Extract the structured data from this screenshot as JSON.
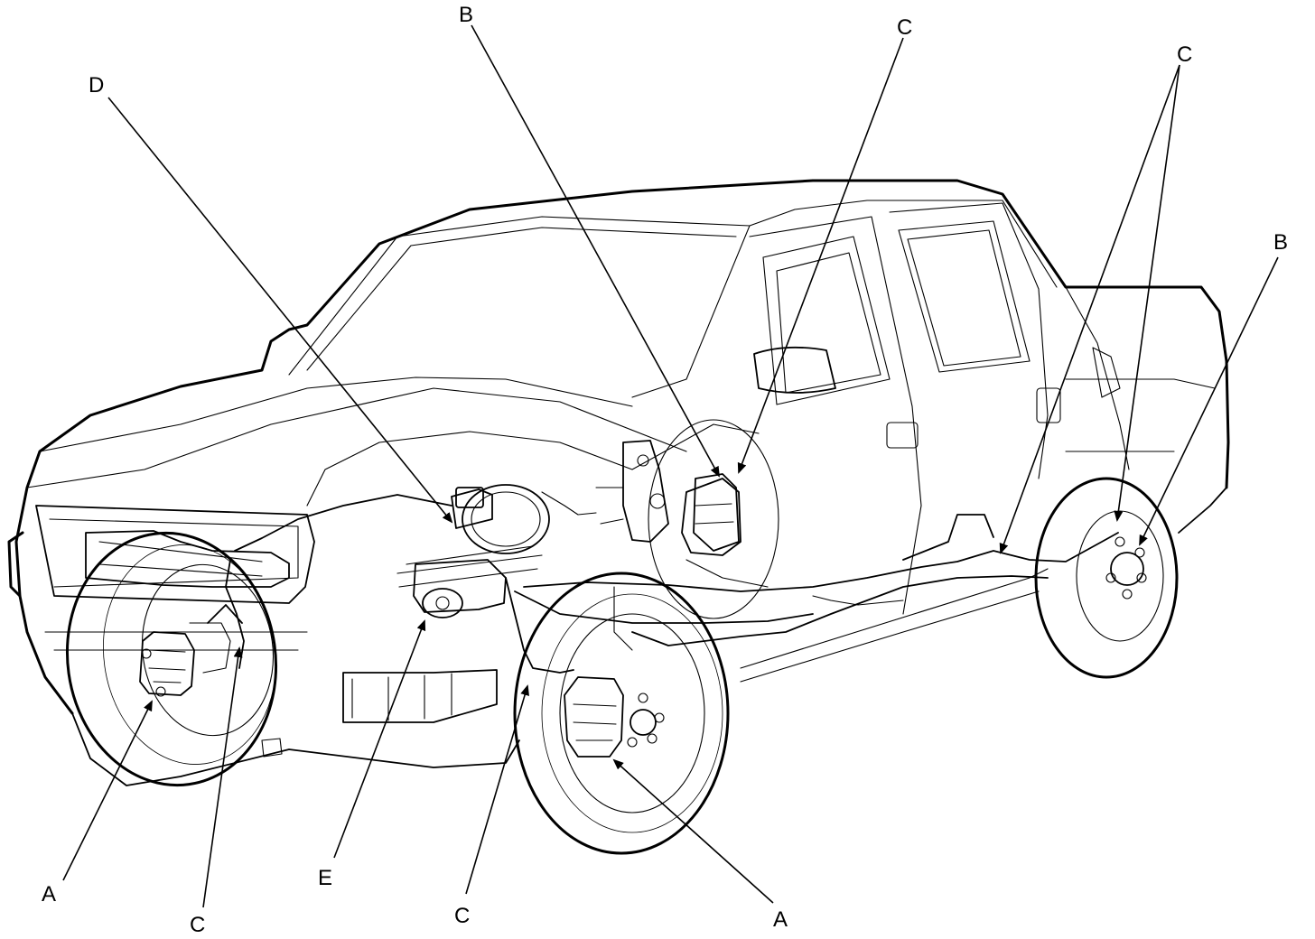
{
  "callouts": [
    {
      "id": "a-front-left",
      "label": "A"
    },
    {
      "id": "c-front-left-hose",
      "label": "C"
    },
    {
      "id": "e-modulator",
      "label": "E"
    },
    {
      "id": "c-front-right-hose",
      "label": "C"
    },
    {
      "id": "a-front-right",
      "label": "A"
    },
    {
      "id": "d-master-cylinder",
      "label": "D"
    },
    {
      "id": "b-parking-cable",
      "label": "B"
    },
    {
      "id": "c-pedal-area",
      "label": "C"
    },
    {
      "id": "c-rear-1",
      "label": "C"
    },
    {
      "id": "b-rear",
      "label": "B"
    }
  ]
}
